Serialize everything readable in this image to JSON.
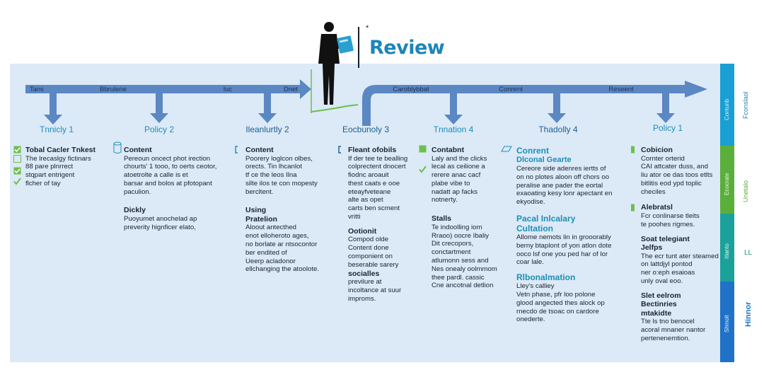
{
  "title": "Review",
  "flow_labels_left": [
    "Tans",
    "Bbrulene",
    "luc",
    "Dnet"
  ],
  "flow_labels_right": [
    "Caroblybbat",
    "Conrent",
    "Reseent"
  ],
  "columns": [
    {
      "title": "Tnnicly  1",
      "color": "#1e8fb5"
    },
    {
      "title": "Policy 2",
      "color": "#1e8fb5"
    },
    {
      "title": "Ileanlurtly 2",
      "color": "#1e5f8f"
    },
    {
      "title": "Eocbunoly 3",
      "color": "#1e5f8f"
    },
    {
      "title": "Tnnation  4",
      "color": "#1e8fb5"
    },
    {
      "title": "Thadolly 4",
      "color": "#1e5f8f"
    },
    {
      "title": "Policy  1",
      "color": "#1e8fb5"
    }
  ],
  "col1": {
    "h1": "Tobal Cacler Tnkest",
    "l1": "The lrecaslgy fictinars",
    "l2": "88 pare plnrrect",
    "l3": "stqpart entrigent",
    "l4": "flcher of tay"
  },
  "col2": {
    "h1": "Content",
    "l1": "Pereoun oncect phot irection",
    "l2": "chourts' 1 tooo, to oerts ceotor,",
    "l3": "atoetrolte a calle is et",
    "l4": "barsar and bolos at pfotopant",
    "l5": "paculion.",
    "h2": "Dickly",
    "m1": "Puoyumet anochelad ap",
    "m2": "preverity hignficer elato,"
  },
  "col3": {
    "h1": "Content",
    "l1": "Poorery loglcon olbes,",
    "l2": "orects. Tin lhcanlot",
    "l3": "tf ce the leos Ilna",
    "l4": "silte ilos te con mopesty",
    "l5": "bercltent.",
    "h2": "Using",
    "h3": "Pratelion",
    "m1": "Aloout antecthed",
    "m2": "enot elloheroto ages,",
    "m3": "no borlate ar ntsocontor",
    "m4": "ber endited of",
    "m5": "Ueerp acladonor",
    "m6": "ellchanging the atoolote."
  },
  "col4": {
    "h1": "Fleant ofobils",
    "l1": "If der tee te bealling",
    "l2": "colprectent dnocert",
    "l3": "fiodnc aroauit",
    "l4": "thest caats e ooe",
    "l5": "eteayfveteane",
    "l6": "alte as opet",
    "l7": "carts ben scment",
    "l8": "vritti",
    "h2": "Ootionit",
    "m1": "Compod olde",
    "m2": "Content done",
    "m3": "componient on",
    "m4": "beserable sarery",
    "h3": "socialles",
    "n1": "previlure at",
    "n2": "incoltance at suur",
    "n3": "improms."
  },
  "col5": {
    "h1": "Contabnt",
    "l1": "Laly and the clicks",
    "l2": "lecal as ceilione a",
    "l3": "rerere anac cacf",
    "l4": "plabe vibe to",
    "l5": "nadatt ap facks",
    "l6": "notnerty.",
    "h2": "Stalls",
    "m1": "Te indoolling iom",
    "m2": "Rraoo) oocre Ibaliy",
    "m3": "Dit crecopors,",
    "m4": "conctartment",
    "m5": "atlumonn sess and",
    "m6": "Nes onealy oolmmom",
    "m7": "thee pardl. cassic",
    "m8": "Cne ancotnal detlion"
  },
  "col6": {
    "h1": "Conrent",
    "h1b": "Dlconal Gearte",
    "l1": "Cereore side adenres iertts of",
    "l2": "on no plotes aloon off chors oo",
    "l3": "peralise ane pader the eortal",
    "l4": "exaoating kesy lonr apectant en",
    "l5": "ekyodise.",
    "h2": "Pacal Inlcalary",
    "h3": "Cultation",
    "m1": "Allome nemots lin in grooorably",
    "m2": "berny btaplont of yon atlon dote",
    "m3": "ooco lsf one you ped har of lor",
    "m4": "coar lale.",
    "h4": "Rlbonalmation",
    "n1": "Lley's calliey",
    "n2": "Vetn phase, pfr loo polone",
    "n3": "glood angected thes alock op",
    "n4": "rnecdo de tsoac on cardore",
    "n5": "onederte."
  },
  "col7": {
    "h1": "Cobicion",
    "l1": "Cornter orterid",
    "l2": "CAI attcater duss, and",
    "l3": "liu ator oe das toos etlts",
    "l4": "bitlitis eod ypd toplic",
    "l5": "checiles",
    "h2": "Alebratsl",
    "m1": "Fcr conlinarse tleits",
    "m2": "te poohes rigmes.",
    "h3": "Soat telegiant",
    "h3b": "Jelfps",
    "n1": "The ecr tunt ater steamed",
    "n2": "on lattdjyl pontod",
    "n3": "ner o:eph esaioas",
    "n4": "unly oval eoo.",
    "h4": "Slet eelrom",
    "h4b": "Bectinries",
    "h4c": "mtakidte",
    "p1": "Tte ls tno benocel",
    "p2": "acoral mnaner nantor",
    "p3": "pertenenemtion."
  },
  "sidebar": {
    "colors": [
      "#1a9fd4",
      "#5aaf3a",
      "#1aa19a",
      "#1f72c7"
    ],
    "labels": [
      "Contunb",
      "Ecocrate",
      "Itlanto",
      "Shmolt"
    ]
  },
  "right_labels": [
    "Fconslaol",
    "Unetalo",
    "Hinnor"
  ],
  "right_bar": "LL"
}
